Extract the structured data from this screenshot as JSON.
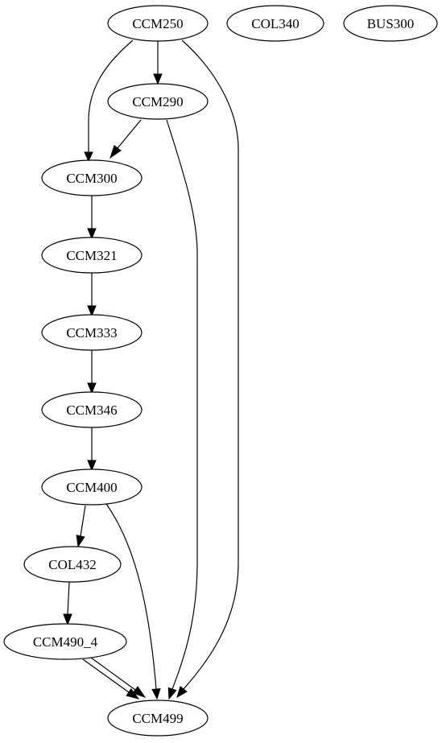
{
  "diagram": {
    "nodes": [
      {
        "id": "CCM250",
        "label": "CCM250"
      },
      {
        "id": "COL340",
        "label": "COL340"
      },
      {
        "id": "BUS300",
        "label": "BUS300"
      },
      {
        "id": "CCM290",
        "label": "CCM290"
      },
      {
        "id": "CCM300",
        "label": "CCM300"
      },
      {
        "id": "CCM321",
        "label": "CCM321"
      },
      {
        "id": "CCM333",
        "label": "CCM333"
      },
      {
        "id": "CCM346",
        "label": "CCM346"
      },
      {
        "id": "CCM400",
        "label": "CCM400"
      },
      {
        "id": "COL432",
        "label": "COL432"
      },
      {
        "id": "CCM490_4",
        "label": "CCM490_4"
      },
      {
        "id": "CCM499",
        "label": "CCM499"
      }
    ],
    "edges": [
      {
        "from": "CCM250",
        "to": "CCM290"
      },
      {
        "from": "CCM250",
        "to": "CCM300"
      },
      {
        "from": "CCM250",
        "to": "CCM499"
      },
      {
        "from": "CCM290",
        "to": "CCM300"
      },
      {
        "from": "CCM290",
        "to": "CCM499"
      },
      {
        "from": "CCM300",
        "to": "CCM321"
      },
      {
        "from": "CCM321",
        "to": "CCM333"
      },
      {
        "from": "CCM333",
        "to": "CCM346"
      },
      {
        "from": "CCM346",
        "to": "CCM400"
      },
      {
        "from": "CCM400",
        "to": "COL432"
      },
      {
        "from": "CCM400",
        "to": "CCM499"
      },
      {
        "from": "COL432",
        "to": "CCM490_4"
      },
      {
        "from": "CCM490_4",
        "to": "CCM499"
      },
      {
        "from": "CCM490_4",
        "to": "CCM499"
      }
    ]
  }
}
